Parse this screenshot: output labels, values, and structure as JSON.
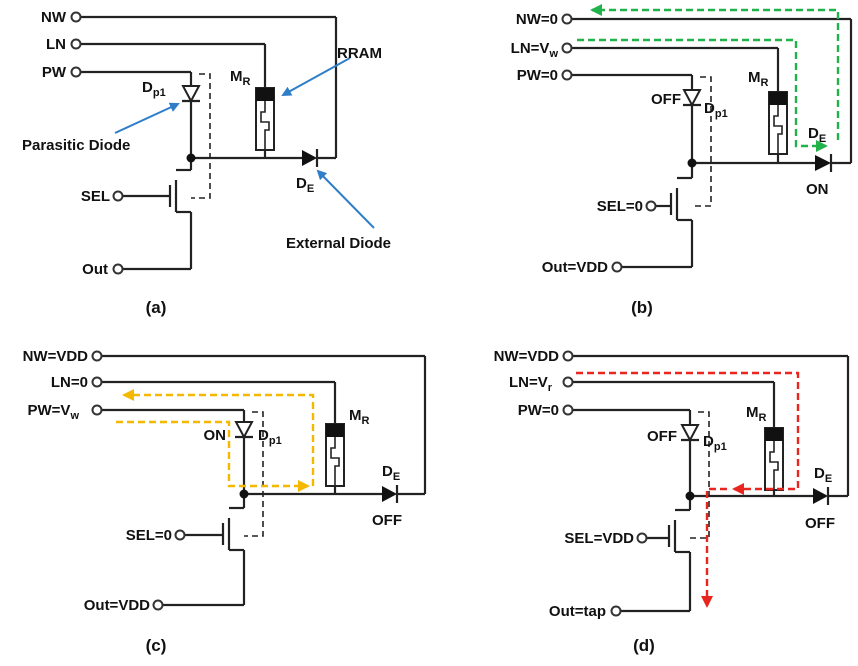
{
  "panels": {
    "a": {
      "caption": "(a)",
      "nw": "NW",
      "ln": "LN",
      "pw": "PW",
      "sel": "SEL",
      "out": "Out",
      "dp": "D",
      "dp_sub": "p1",
      "mr": "M",
      "mr_sub": "R",
      "de": "D",
      "de_sub": "E",
      "rram": "RRAM",
      "parasitic": "Parasitic Diode",
      "external": "External Diode"
    },
    "b": {
      "caption": "(b)",
      "nw": "NW=0",
      "ln": "LN=V",
      "ln_sub": "w",
      "pw": "PW=0",
      "sel": "SEL=0",
      "out": "Out=VDD",
      "dp_state": "OFF",
      "dp": "D",
      "dp_sub": "p1",
      "mr": "M",
      "mr_sub": "R",
      "de": "D",
      "de_sub": "E",
      "de_state": "ON"
    },
    "c": {
      "caption": "(c)",
      "nw": "NW=VDD",
      "ln": "LN=0",
      "pw": "PW=V",
      "pw_sub": "w",
      "sel": "SEL=0",
      "out": "Out=VDD",
      "dp_state": "ON",
      "dp": "D",
      "dp_sub": "p1",
      "mr": "M",
      "mr_sub": "R",
      "de": "D",
      "de_sub": "E",
      "de_state": "OFF"
    },
    "d": {
      "caption": "(d)",
      "nw": "NW=VDD",
      "ln": "LN=V",
      "ln_sub": "r",
      "pw": "PW=0",
      "sel": "SEL=VDD",
      "out": "Out=tap",
      "dp_state": "OFF",
      "dp": "D",
      "dp_sub": "p1",
      "mr": "M",
      "mr_sub": "R",
      "de": "D",
      "de_sub": "E",
      "de_state": "OFF"
    }
  },
  "colors": {
    "wire": "#222222",
    "annotation_arrow": "#2f7ec8",
    "path_b": "#22b24c",
    "path_c": "#f5b800",
    "path_d": "#e8261f",
    "rram_cap": "#111111"
  }
}
